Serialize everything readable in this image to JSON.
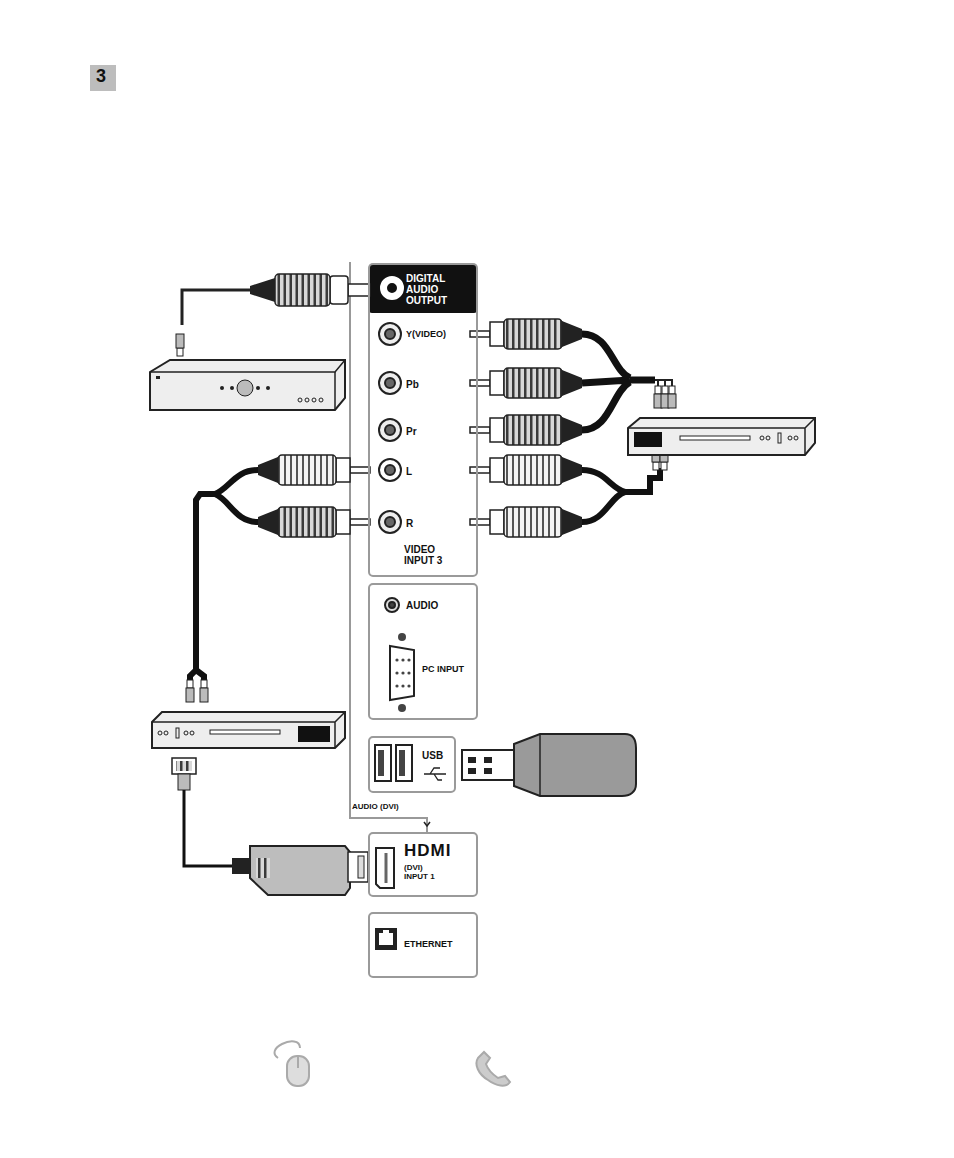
{
  "diagram": {
    "nodes": [
      {
        "text": [
          "Y(VIDEO)",
          "Pb",
          "Pr",
          "L",
          "R",
          "VIDEO INPUT 3"
        ]
      },
      {
        "text": [
          "DIGITAL AUDIO OUTPUT"
        ],
        "in": 0
      },
      {
        "text": [
          "AUDIO",
          "PC INPUT"
        ]
      },
      {
        "text": [
          "USB"
        ]
      },
      {
        "text": [
          "HDMI",
          "(DVI) INPUT 1"
        ]
      },
      {
        "text": [
          "ETHERNET"
        ]
      }
    ],
    "labels": [
      "3",
      "AUDIO (DVI)"
    ]
  }
}
